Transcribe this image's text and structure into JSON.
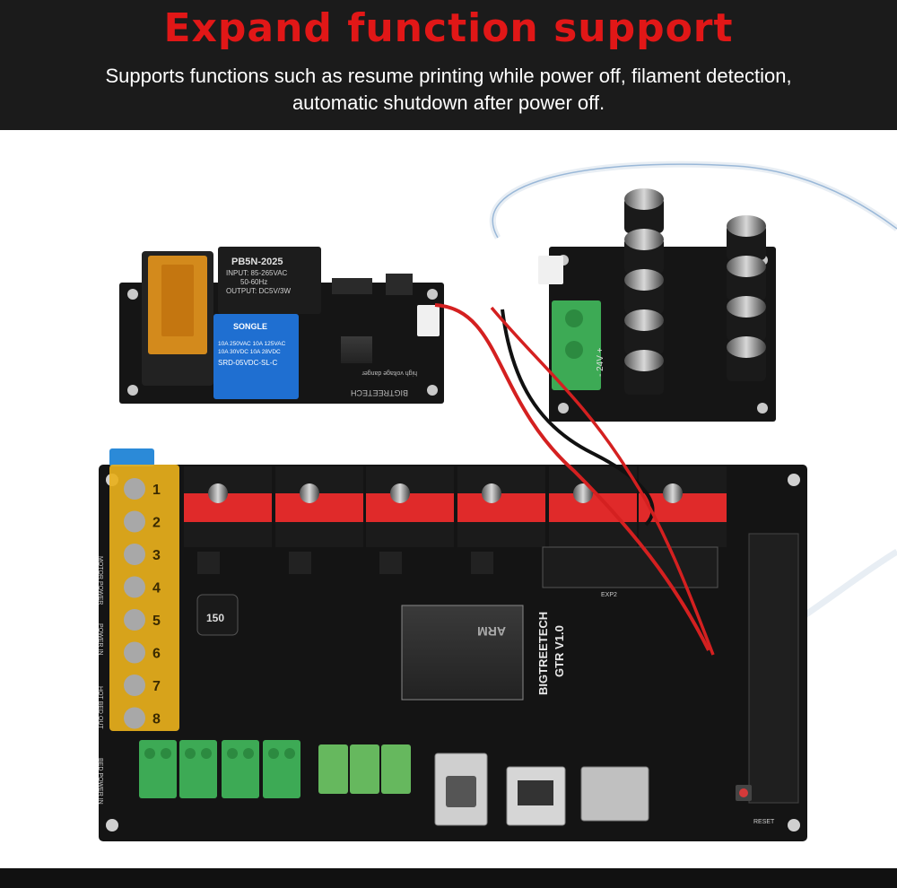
{
  "header": {
    "title": "Expand function support",
    "subtitle_line1": "Supports functions such as resume printing while power off, filament detection,",
    "subtitle_line2": "automatic shutdown after power off."
  },
  "relay_module": {
    "power_module_brand": "PB5N-2025",
    "power_module_input": "INPUT: 85-265VAC",
    "power_module_freq": "50-60Hz",
    "power_module_output": "OUTPUT: DC5V/3W",
    "relay_brand": "SONGLE",
    "relay_rating_1": "10A 250VAC  10A 125VAC",
    "relay_rating_2": "10A  30VDC  10A  28VDC",
    "relay_model": "SRD-05VDC-SL-C",
    "board_brand": "BIGTREETECH",
    "warning_text": "high voltage danger"
  },
  "capacitor_module": {
    "terminal_label": "- 24V +"
  },
  "main_board": {
    "brand": "BIGTREETECH",
    "model": "GTR V1.0",
    "mcu_logo": "ARM",
    "inductor_marking": "150",
    "reset_label": "RESET",
    "exp_label": "EXP2",
    "terminal_numbers": [
      "1",
      "2",
      "3",
      "4",
      "5",
      "6",
      "7",
      "8"
    ],
    "side_labels": [
      "MOTOR POWER",
      "POWER IN",
      "HOT BED OUT",
      "BED POWER IN"
    ]
  },
  "colors": {
    "header_bg": "#1b1b1b",
    "title": "#e11717",
    "pcb": "#141414",
    "connector_red": "#e02a2a",
    "terminal_green": "#3daa55",
    "terminal_yellow": "#e8b01c"
  }
}
